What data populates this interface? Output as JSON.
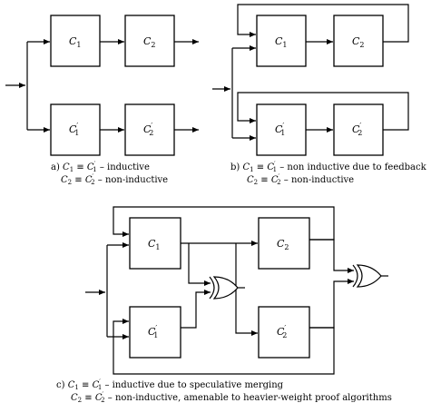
{
  "diagram": {
    "boxes": {
      "c1": "C",
      "c1_sub": "1",
      "c2": "C",
      "c2_sub": "2",
      "prime": "′"
    },
    "captions": {
      "a_line1_prefix": "a) ",
      "a_line1_suffix": " – inductive",
      "a_line2_suffix": " – non-inductive",
      "b_line1_prefix": "b) ",
      "b_line1_suffix": " – non inductive due to feedback",
      "b_line2_suffix": " – non-inductive",
      "c_line1_prefix": "c) ",
      "c_line1_suffix": " – inductive due to speculative merging",
      "c_line2_suffix": " – non-inductive, amenable to heavier-weight proof algorithms",
      "equiv": " ≡ "
    }
  }
}
